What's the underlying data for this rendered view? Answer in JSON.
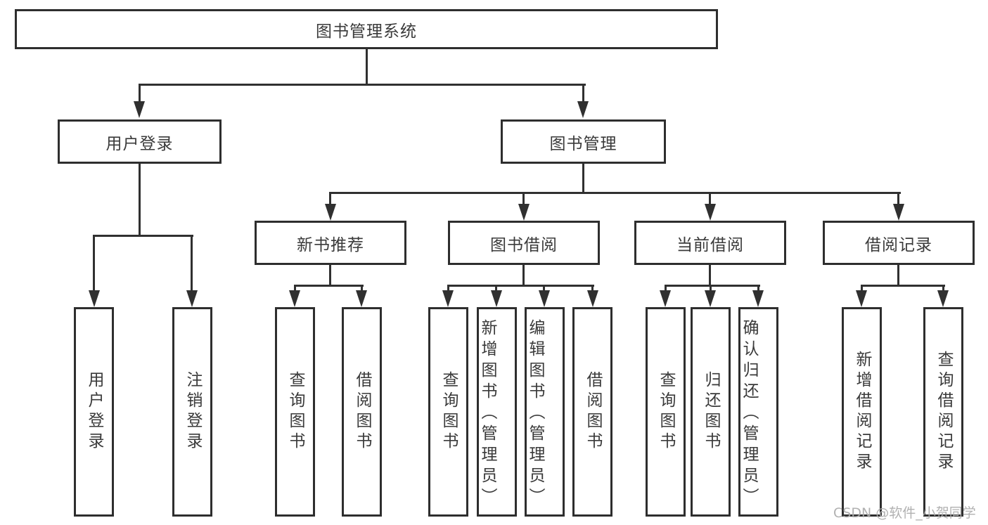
{
  "diagram": {
    "type": "hierarchy-tree",
    "tree": {
      "label": "图书管理系统",
      "children": [
        {
          "label": "用户登录",
          "children": [
            {
              "label": "用户登录"
            },
            {
              "label": "注销登录"
            }
          ]
        },
        {
          "label": "图书管理",
          "children": [
            {
              "label": "新书推荐",
              "children": [
                {
                  "label": "查询图书"
                },
                {
                  "label": "借阅图书"
                }
              ]
            },
            {
              "label": "图书借阅",
              "children": [
                {
                  "label": "查询图书"
                },
                {
                  "label": "新增图书（管理员）"
                },
                {
                  "label": "编辑图书（管理员）"
                },
                {
                  "label": "借阅图书"
                }
              ]
            },
            {
              "label": "当前借阅",
              "children": [
                {
                  "label": "查询图书"
                },
                {
                  "label": "归还图书"
                },
                {
                  "label": "确认归还（管理员）"
                }
              ]
            },
            {
              "label": "借阅记录",
              "children": [
                {
                  "label": "新增借阅记录"
                },
                {
                  "label": "查询借阅记录"
                }
              ]
            }
          ]
        }
      ]
    }
  },
  "watermark": {
    "text": "CSDN @软件_小贺同学"
  },
  "colors": {
    "line": "#303030",
    "box_border": "#2e2e2e",
    "box_fill": "#ffffff",
    "text": "#3a3a3a",
    "watermark": "#adadad",
    "background": "#ffffff"
  }
}
